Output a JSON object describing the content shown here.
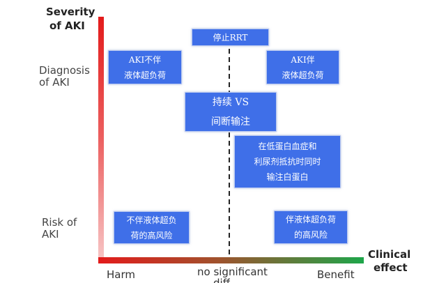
{
  "y_axis": {
    "title_line1": "Severity",
    "title_line2": "of AKI",
    "label_diagnosis_line1": "Diagnosis",
    "label_diagnosis_line2": "of AKI",
    "label_risk_line1": "Risk of",
    "label_risk_line2": "AKI"
  },
  "x_axis": {
    "title_line1": "Clinical",
    "title_line2": "effect",
    "tick_harm": "Harm",
    "tick_neutral": "no significant",
    "tick_neutral_cut": "diff",
    "tick_benefit": "Benefit"
  },
  "boxes": {
    "stop_rrt": {
      "line1": "停止RRT"
    },
    "aki_no_overload": {
      "line1": "AKI不伴",
      "line2": "液体超负荷"
    },
    "aki_overload": {
      "line1": "AKI伴",
      "line2": "液体超负荷"
    },
    "continuous_vs_intermittent": {
      "line1": "持续 VS",
      "line2": "间断输注"
    },
    "hypoalbuminemia": {
      "line1": "在低蛋白血症和",
      "line2": "利尿剂抵抗时同时",
      "line3": "输注白蛋白"
    },
    "no_overload_high_risk": {
      "line1": "不伴液体超负",
      "line2": "荷的高风险"
    },
    "overload_high_risk": {
      "line1": "伴液体超负荷",
      "line2": "的高风险"
    }
  },
  "colors": {
    "box_fill": "#3f6fe8",
    "axis_red": "#e31b1b",
    "axis_green": "#1ea64a",
    "dashed_line": "#222222"
  }
}
